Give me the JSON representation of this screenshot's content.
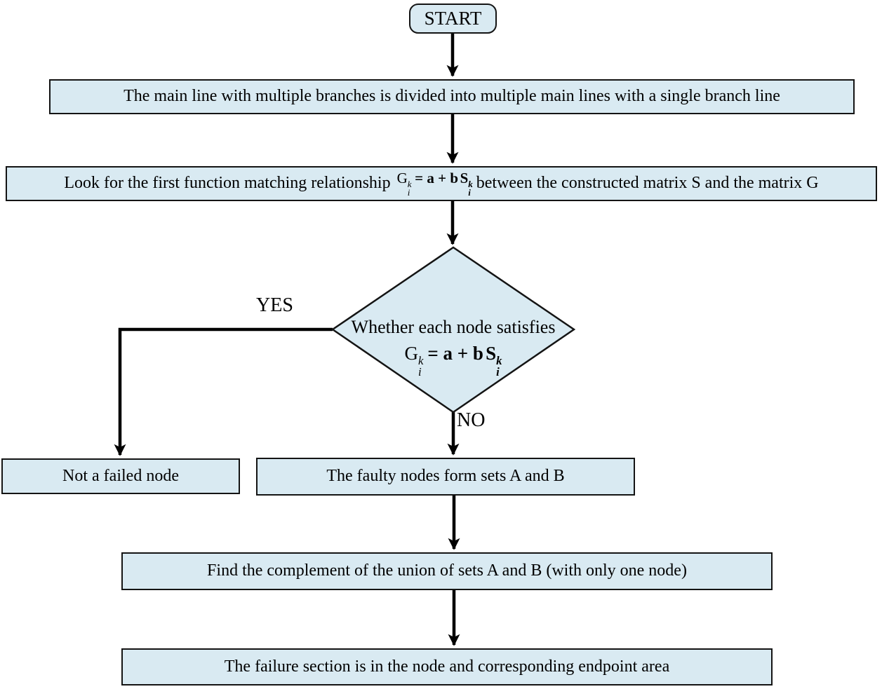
{
  "colors": {
    "node_fill": "#d9eaf2",
    "node_border": "#141414",
    "arrow_color": "#000000"
  },
  "nodes": {
    "start": {
      "label": "START"
    },
    "step1": {
      "text": "The main line with multiple branches is divided into multiple main lines with a single branch line"
    },
    "step2": {
      "text_before": "Look for the first function matching relationship",
      "text_after": "between the constructed matrix S and the matrix G"
    },
    "decision": {
      "line1": "Whether each node satisfies"
    },
    "not_failed": {
      "text": "Not a failed node"
    },
    "faulty_sets": {
      "text": "The faulty nodes form sets A and B"
    },
    "complement": {
      "text": "Find the complement of the union of sets A and B (with only one node)"
    },
    "failure_section": {
      "text": "The failure section is in the node and corresponding endpoint area"
    }
  },
  "formula": {
    "lhs_base": "G",
    "sup": "k",
    "sub": "i",
    "mid": "= a + b",
    "s_base": "S"
  },
  "edges": {
    "yes_label": "YES",
    "no_label": "NO"
  }
}
